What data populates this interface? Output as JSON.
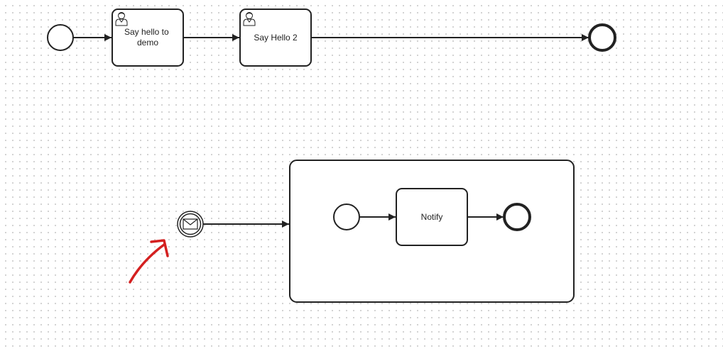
{
  "tasks": {
    "say_hello_demo": {
      "lines": [
        "Say hello to",
        "demo"
      ]
    },
    "say_hello_2": {
      "label": "Say Hello 2"
    },
    "notify": {
      "label": "Notify"
    }
  },
  "icons": {
    "user_task": "user-icon",
    "message_start": "envelope-icon",
    "annotation": "red-arrow-annotation"
  },
  "colors": {
    "stroke": "#222222",
    "annotation": "#d42020",
    "canvas_dot": "#c8c8c8"
  }
}
